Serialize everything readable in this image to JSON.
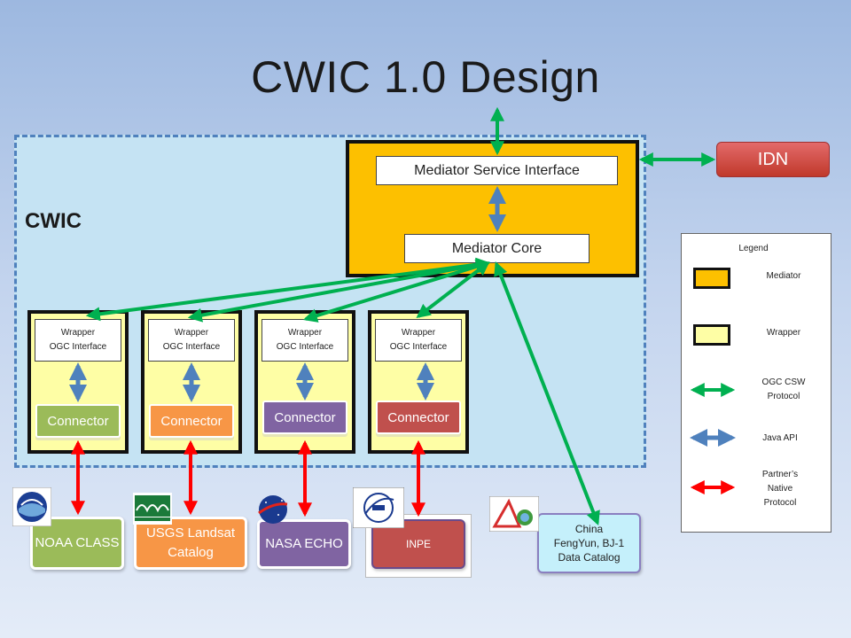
{
  "title": "CWIC 1.0 Design",
  "cwic_label": "CWIC",
  "mediator": {
    "service_interface": "Mediator Service Interface",
    "core": "Mediator Core",
    "fill_color": "#fdc000"
  },
  "idn": "IDN",
  "wrappers": [
    {
      "line1": "Wrapper",
      "line2": "OGC Interface",
      "connector": "Connector",
      "connector_color": "#9bbb59"
    },
    {
      "line1": "Wrapper",
      "line2": "OGC Interface",
      "connector": "Connector",
      "connector_color": "#f79646"
    },
    {
      "line1": "Wrapper",
      "line2": "OGC Interface",
      "connector": "Connector",
      "connector_color": "#8064a2"
    },
    {
      "line1": "Wrapper",
      "line2": "OGC Interface",
      "connector": "Connector",
      "connector_color": "#c0504d"
    }
  ],
  "partners": {
    "noaa": {
      "label": "NOAA CLASS",
      "color": "#9bbb59",
      "logo": "NOAA"
    },
    "usgs": {
      "line1": "USGS Landsat",
      "line2": "Catalog",
      "color": "#f79646",
      "logo": "USGS"
    },
    "nasa": {
      "label": "NASA ECHO",
      "color": "#8064a2",
      "logo": "NASA"
    },
    "inpe": {
      "label": "INPE",
      "color": "#c0504d",
      "logo": "INPE"
    },
    "china": {
      "line1": "China",
      "line2": "FengYun, BJ-1",
      "line3": "Data Catalog",
      "color": "#c5f0fb"
    }
  },
  "legend": {
    "title": "Legend",
    "mediator": "Mediator",
    "wrapper": "Wrapper",
    "ogc_line1": "OGC CSW",
    "ogc_line2": "Protocol",
    "java": "Java API",
    "native_line1": "Partner’s",
    "native_line2": "Native",
    "native_line3": "Protocol"
  },
  "colors": {
    "ogc_csw": "#00b050",
    "java_api": "#4f81bd",
    "native": "#ff0000",
    "wrapper_fill": "#fefea5"
  }
}
